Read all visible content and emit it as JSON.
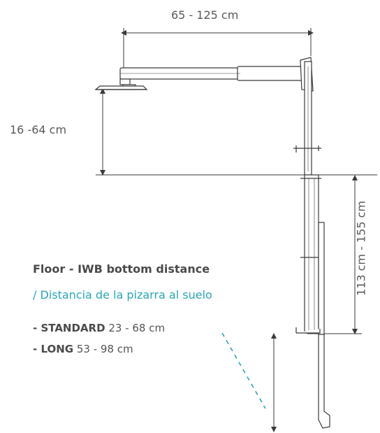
{
  "dimensions": {
    "arm_length": "65 - 125 cm",
    "projector_drop": "16 -64 cm",
    "vertical_range": "113 cm - 155 cm"
  },
  "floor_distance": {
    "title": "Floor - IWB bottom distance",
    "subtitle": "/ Distancia de la pizarra al suelo",
    "options": [
      {
        "prefix": "- STANDARD",
        "value": "23 - 68 cm"
      },
      {
        "prefix": "- LONG",
        "value": "53 - 98 cm"
      }
    ]
  },
  "colors": {
    "line": "#3a3a3a",
    "label": "#5a5a5a",
    "accent": "#2aa6b8"
  }
}
